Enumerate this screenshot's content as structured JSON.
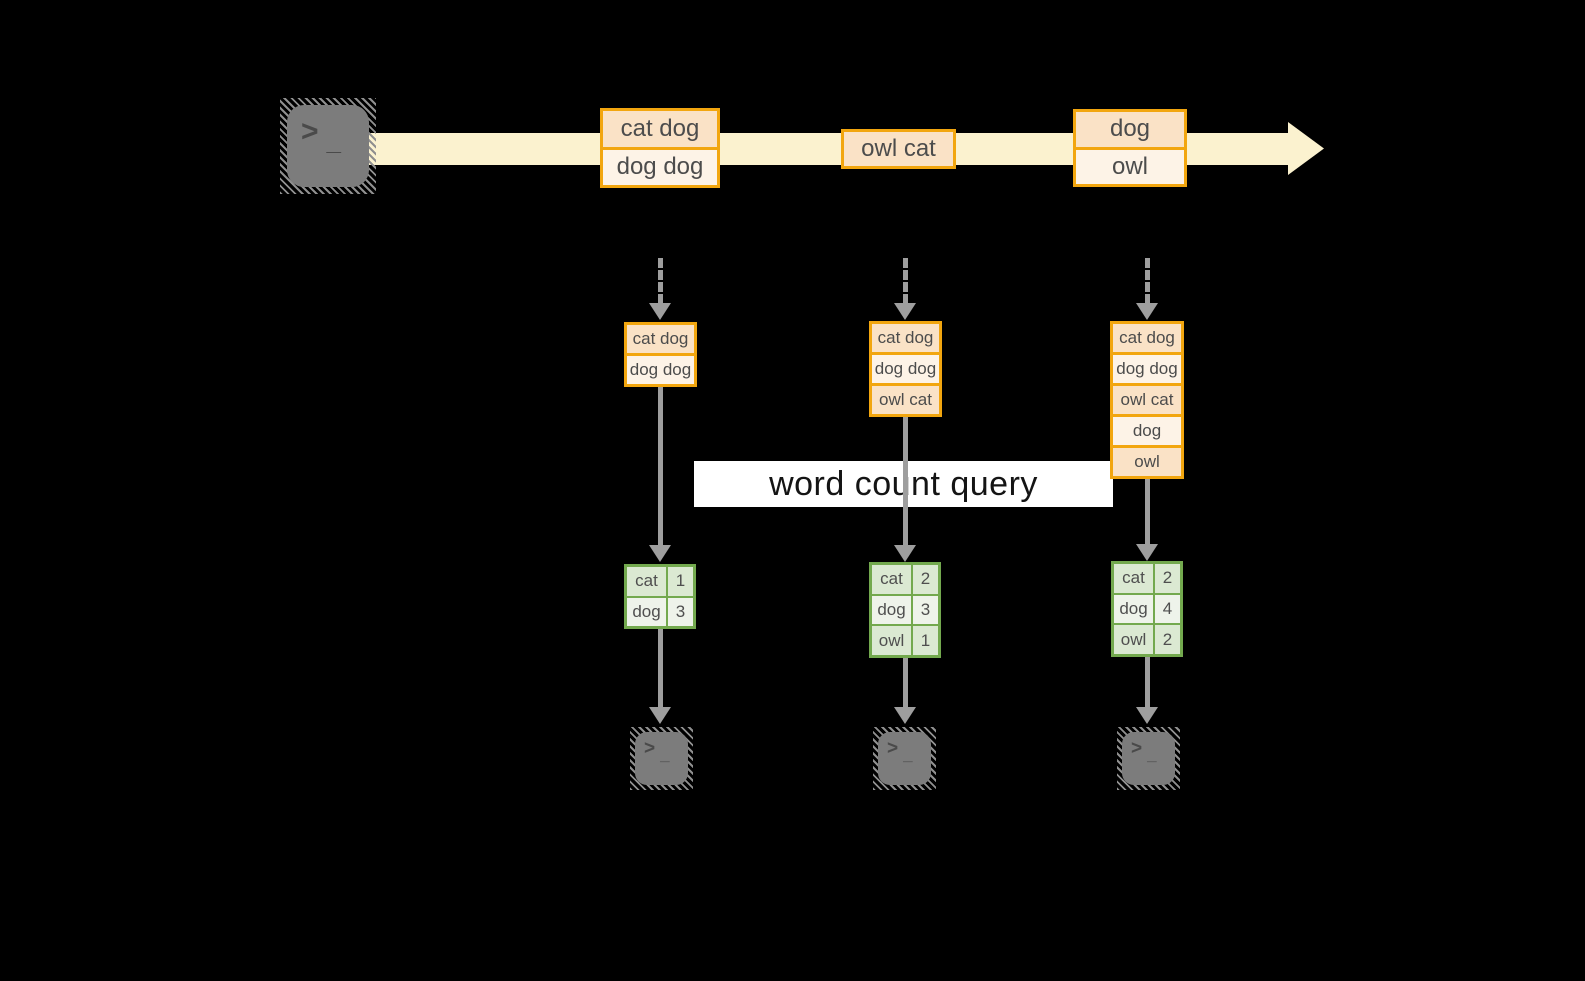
{
  "query_label": "word count query",
  "stream_events": [
    {
      "lines": [
        "cat dog",
        "dog dog"
      ]
    },
    {
      "lines": [
        "owl cat"
      ]
    },
    {
      "lines": [
        "dog",
        "owl"
      ]
    }
  ],
  "columns": [
    {
      "micro_batch": [
        "cat dog",
        "dog dog"
      ],
      "counts": [
        {
          "word": "cat",
          "count": 1
        },
        {
          "word": "dog",
          "count": 3
        }
      ]
    },
    {
      "micro_batch": [
        "cat dog",
        "dog dog",
        "owl cat"
      ],
      "counts": [
        {
          "word": "cat",
          "count": 2
        },
        {
          "word": "dog",
          "count": 3
        },
        {
          "word": "owl",
          "count": 1
        }
      ]
    },
    {
      "micro_batch": [
        "cat dog",
        "dog dog",
        "owl cat",
        "dog",
        "owl"
      ],
      "counts": [
        {
          "word": "cat",
          "count": 2
        },
        {
          "word": "dog",
          "count": 4
        },
        {
          "word": "owl",
          "count": 2
        }
      ]
    }
  ],
  "terminal_prompt": {
    "chevron": ">",
    "cursor": "_"
  },
  "colors": {
    "stream_band": "#FBF2CF",
    "event_border": "#F2A60F",
    "event_fill_dark": "#FAE2C6",
    "event_fill_light": "#FDF3E7",
    "table_border": "#73A94E",
    "table_row_dark": "#DBE9D2",
    "table_row_light": "#EEF3EA",
    "arrow": "#9E9E9E",
    "terminal": "#7C7C7C",
    "query_band_bg": "#FFFFFF",
    "query_text": "#141414"
  }
}
